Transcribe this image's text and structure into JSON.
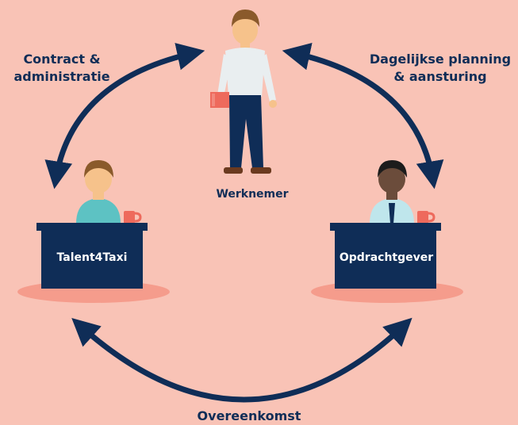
{
  "labels": {
    "contract": [
      "Contract &",
      "administratie"
    ],
    "planning": [
      "Dagelijkse planning",
      "& aansturing"
    ],
    "werknemer": "Werknemer",
    "overeenkomst": "Overeenkomst"
  },
  "desks": {
    "left": "Talent4Taxi",
    "right": "Opdrachtgever"
  },
  "colors": {
    "background": "#f9c3b6",
    "navy": "#0f2d57",
    "skin": "#f6c28b",
    "dark_skin": "#6b4c3b",
    "hair": "#8a5a2b",
    "shirt_teal": "#5dc2c3",
    "shirt_light": "#e9eef0",
    "mug": "#ee6a5c",
    "shadow": "#f59c8c"
  },
  "icons": [
    "employee-figure",
    "desk-person-left",
    "desk-person-right",
    "mug-icon",
    "book-icon"
  ]
}
